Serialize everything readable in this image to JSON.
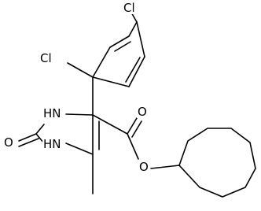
{
  "molecule": {
    "atom_labels": {
      "cl_top": "Cl",
      "cl_ortho": "Cl",
      "n_upper": "HN",
      "n_lower": "HN",
      "o_carbonyl_ring": "O",
      "o_ester_double": "O",
      "o_ester_single": "O"
    },
    "colors": {
      "bond": "#000000",
      "text": "#000000",
      "background": "#ffffff"
    }
  }
}
